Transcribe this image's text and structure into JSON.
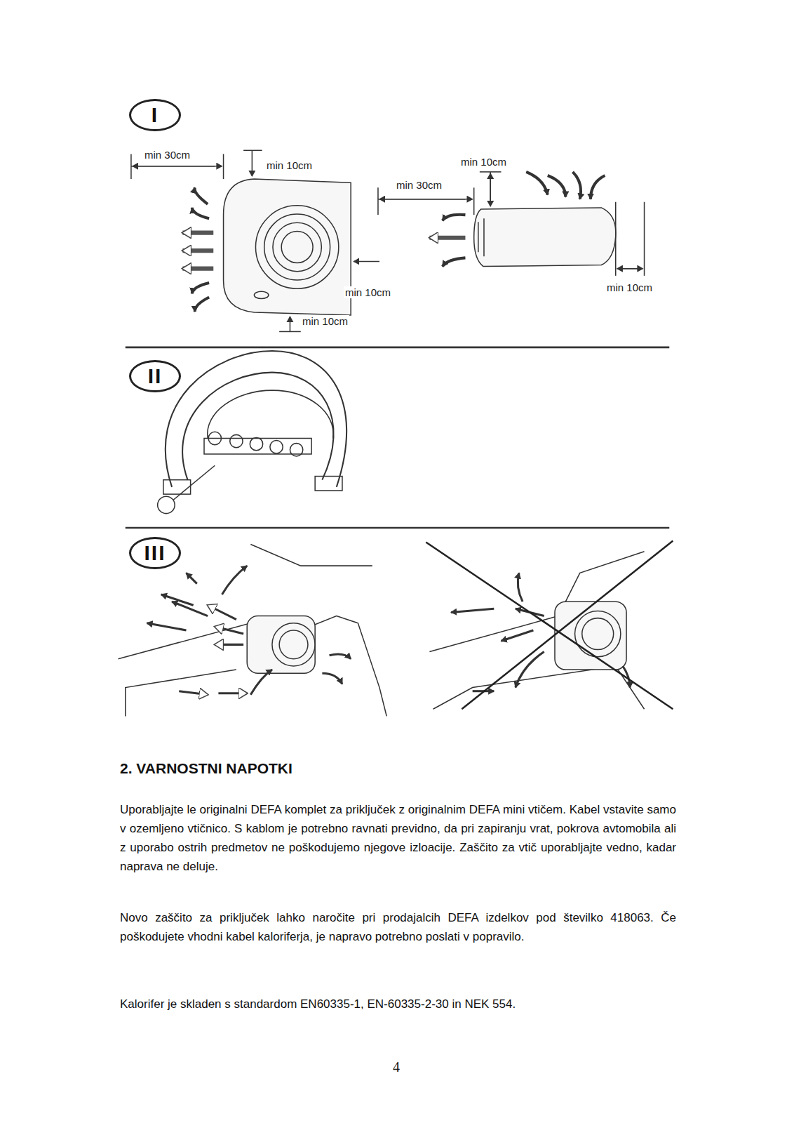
{
  "diagram": {
    "title": "2. VARNOSTNI NAPOTKI",
    "nodes": [
      {
        "text": [
          "I"
        ]
      },
      {
        "text": [
          "II"
        ]
      },
      {
        "text": [
          "III"
        ]
      }
    ],
    "labels": [
      "min 30cm",
      "min 10cm",
      "min 10cm",
      "min 10cm",
      "min 30cm",
      "min 10cm",
      "min 10cm",
      "Uporabljajte le originalni DEFA komplet za priključek z originalnim DEFA mini vtičem. Kabel vstavite samo v ozemljeno vtičnico. S kablom je potrebno ravnati previdno, da pri zapiranju vrat, pokrova avtomobila ali z uporabo ostrih predmetov ne poškodujemo njegove izloacije. Zaščito za vtič uporabljajte vedno, kadar naprava ne deluje.",
      "Novo zaščito za priključek lahko naročite pri prodajalcih DEFA izdelkov pod številko 418063. Če poškodujete vhodni kabel kaloriferja, je napravo potrebno poslati v popravilo.",
      "Kalorifer je skladen s standardom EN60335-1, EN-60335-2-30 in NEK 554.",
      "4"
    ]
  }
}
